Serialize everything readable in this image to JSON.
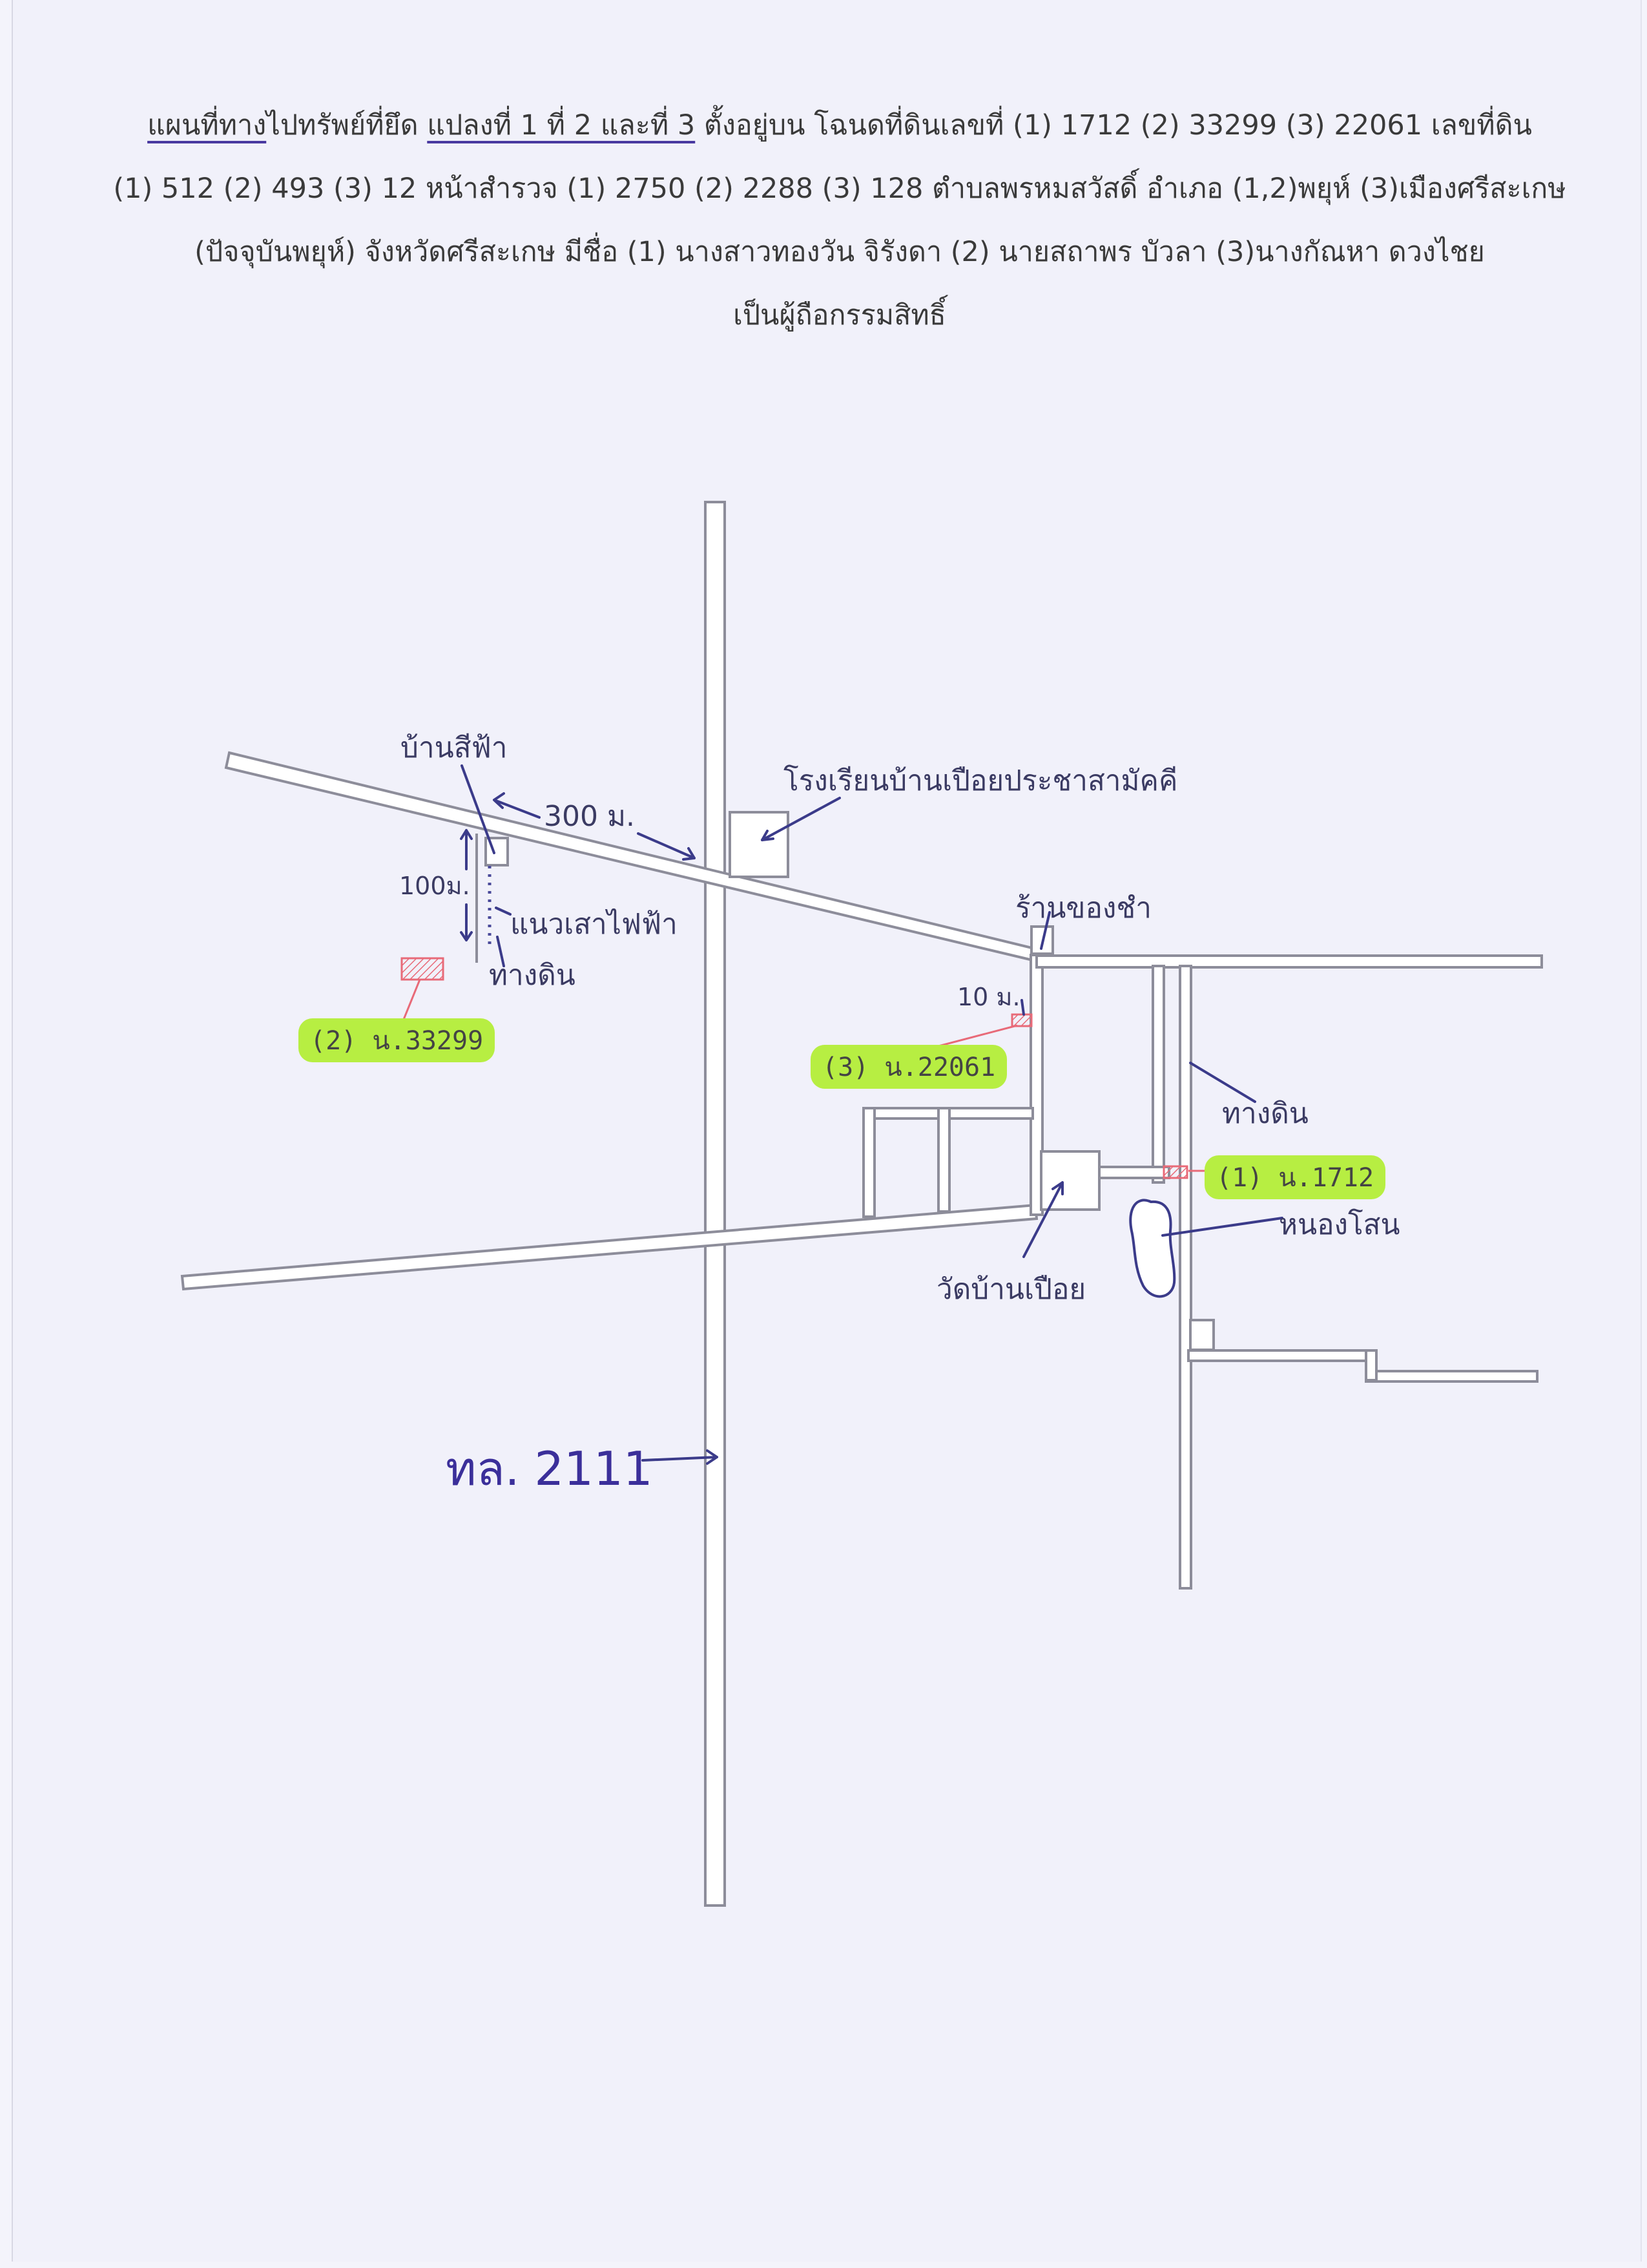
{
  "header": {
    "line1_a": "แผนที่ทาง",
    "line1_b": "ไปทรัพย์ที่ยึด ",
    "line1_c": "แปลงที่ 1  ที่  2  และที่ 3",
    "line1_d": "  ตั้งอยู่บน โฉนดที่ดินเลขที่  (1) 1712 (2) 33299  (3) 22061  เลขที่ดิน",
    "line2": "(1) 512  (2) 493  (3) 12   หน้าสำรวจ  (1) 2750  (2) 2288  (3) 128  ตำบลพรหมสวัสดิ์  อำเภอ (1,2)พยุห์  (3)เมืองศรีสะเกษ",
    "line3": "(ปัจจุบันพยุห์)  จังหวัดศรีสะเกษ  มีชื่อ  (1) นางสาวทองวัน จิรังดา (2) นายสถาพร บัวลา (3)นางกัณหา ดวงไชย",
    "line4": "เป็นผู้ถือกรรมสิทธิ์"
  },
  "map": {
    "labels": {
      "blue_house": "บ้านสีฟ้า",
      "distance_300": "300 ม.",
      "distance_100": "100ม.",
      "power_pole_line": "แนวเสาไฟฟ้า",
      "dirt_road_left": "ทางดิน",
      "school": "โรงเรียนบ้านเปือยประชาสามัคคี",
      "shop": "ร้านของชำ",
      "distance_10": "10 ม.",
      "dirt_road_right": "ทางดิน",
      "temple": "วัดบ้านเปือย",
      "pond": "หนองโสน",
      "highway": "ทล. 2111"
    },
    "parcels": {
      "p1": "(1) น.1712",
      "p2": "(2) น.33299",
      "p3": "(3) น.22061"
    },
    "colors": {
      "road_stroke": "#8d8d9a",
      "annotation_ink": "#3b3b8a",
      "parcel_marker": "#e86a78",
      "highlighter": "#b7ee42"
    }
  }
}
